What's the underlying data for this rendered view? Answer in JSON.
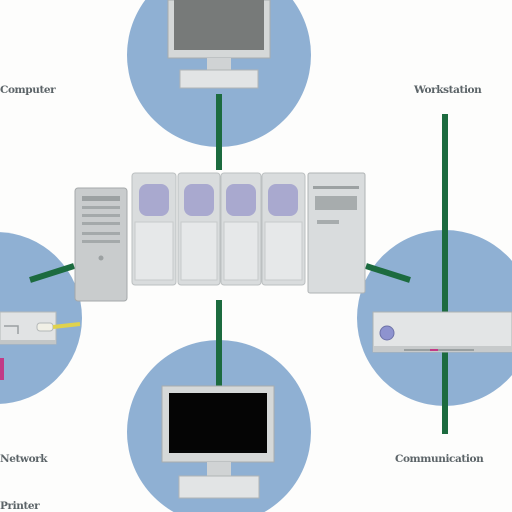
{
  "labels": {
    "top_left": "Computer",
    "top_right": "Workstation",
    "bottom_left": "Network",
    "bottom_right": "Communication",
    "bottom_left_2": "Printer"
  },
  "colors": {
    "node_circle": "#8fb0d3",
    "link_line": "#1c6b3f",
    "server_body": "#d9dcdd",
    "server_window": "#a9a9cf",
    "monitor_frame": "#d5d8d8",
    "monitor_screen_dark": "#050505",
    "monitor_screen_gray": "#777a79",
    "cable_yellow": "#e0d24d",
    "accent_pink": "#c23a86"
  },
  "icons": [
    "monitor-icon",
    "server-rack-icon",
    "tower-pc-icon",
    "network-switch-icon",
    "network-device-icon"
  ]
}
